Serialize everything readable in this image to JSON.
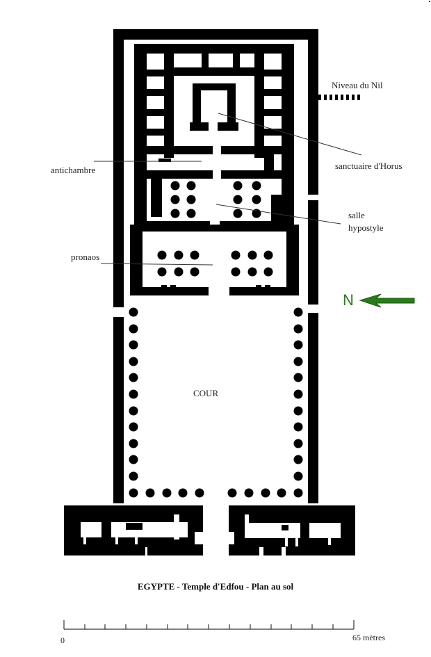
{
  "diagram": {
    "title": "EGYPTE - Temple d'Edfou - Plan au sol",
    "labels": {
      "nile_level": "Niveau du Nil",
      "sanctuary": "sanctuaire d'Horus",
      "antechamber": "antichambre",
      "hypostyle_line1": "salle",
      "hypostyle_line2": "hypostyle",
      "pronaos": "pronaos",
      "court": "COUR"
    },
    "north_arrow": {
      "letter": "N",
      "color": "#2a7a1e",
      "direction": "left"
    },
    "scale_bar": {
      "start_label": "0",
      "end_label": "65 mètres",
      "segments": 14,
      "length_m": 65
    },
    "colors": {
      "walls": "#000000",
      "background": "#ffffff",
      "leader_lines": "#333333",
      "north_arrow": "#2a7a1e"
    },
    "columns": {
      "hypostyle": 12,
      "pronaos": 12,
      "court_sides_each": 12,
      "court_front": 10
    }
  }
}
